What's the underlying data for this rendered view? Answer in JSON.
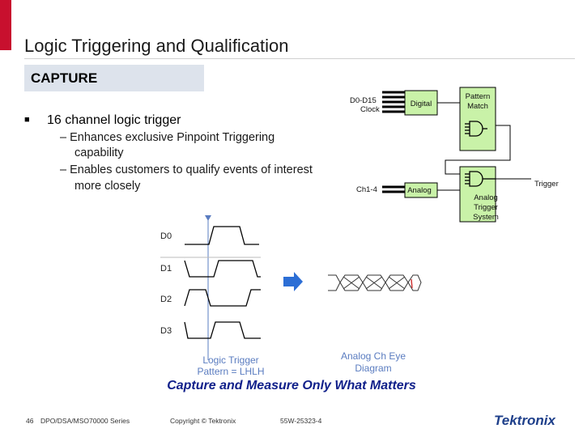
{
  "header": {
    "title": "Logic Triggering and Qualification",
    "section": "CAPTURE"
  },
  "bullets": {
    "main": "16 channel logic trigger",
    "sub1_line1": "– Enhances exclusive Pinpoint Triggering",
    "sub1_line2": "capability",
    "sub2_line1": "– Enables customers to qualify events of interest",
    "sub2_line2": "more closely"
  },
  "block_diagram": {
    "input_digital_line1": "D0-D15",
    "input_digital_line2": "Clock",
    "digital_box": "Digital",
    "input_analog": "Ch1-4",
    "analog_box": "Analog",
    "pattern_match_line1": "Pattern",
    "pattern_match_line2": "Match",
    "analog_system_line1": "Analog",
    "analog_system_line2": "Trigger",
    "analog_system_line3": "System",
    "output": "Trigger"
  },
  "waveforms": {
    "labels": [
      "D0",
      "D1",
      "D2",
      "D3"
    ],
    "logic_trigger_line1": "Logic Trigger",
    "logic_trigger_line2": "Pattern = LHLH",
    "eye_line1": "Analog Ch Eye",
    "eye_line2": "Diagram"
  },
  "caption": "Capture and Measure Only What Matters",
  "footer": {
    "page": "46",
    "series": "DPO/DSA/MSO70000 Series",
    "copyright": "Copyright © Tektronix",
    "code": "55W-25323-4",
    "logo": "Tektronix"
  },
  "colors": {
    "accent_red": "#c8102e",
    "tab_bg": "#dde3ec",
    "green_box": "#c9f2a8",
    "blue_text": "#5a7cc0",
    "caption_blue": "#10208a"
  }
}
